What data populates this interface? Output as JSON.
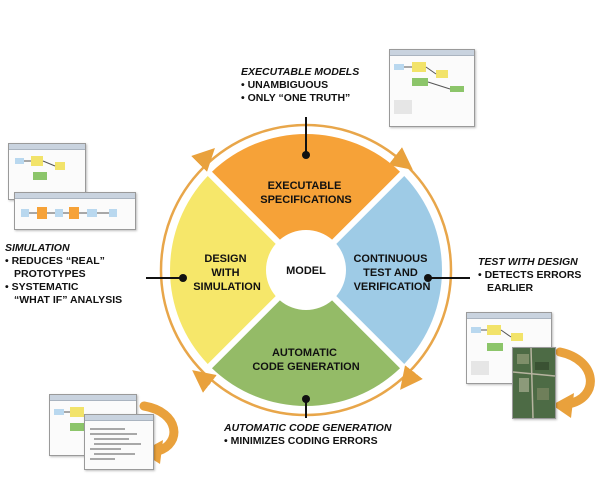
{
  "colors": {
    "ring": "#e8a64a",
    "quad_top": "#f6a238",
    "quad_right": "#9ecbe6",
    "quad_bottom": "#94bb67",
    "quad_left": "#f6e76a",
    "center": "#ffffff",
    "arrow": "#e9a13c"
  },
  "center": {
    "label": "MODEL"
  },
  "quadrants": {
    "top": {
      "lines": [
        "EXECUTABLE",
        "SPECIFICATIONS"
      ]
    },
    "right": {
      "lines": [
        "CONTINUOUS",
        "TEST AND",
        "VERIFICATION"
      ]
    },
    "bottom": {
      "lines": [
        "AUTOMATIC",
        "CODE GENERATION"
      ]
    },
    "left": {
      "lines": [
        "DESIGN",
        "WITH",
        "SIMULATION"
      ]
    }
  },
  "callouts": {
    "top": {
      "heading": "EXECUTABLE MODELS",
      "bullets": [
        "• UNAMBIGUOUS",
        "• ONLY “ONE TRUTH”"
      ]
    },
    "left": {
      "heading": "SIMULATION",
      "bullets": [
        "• REDUCES “REAL”",
        "PROTOTYPES",
        "• SYSTEMATIC",
        "“WHAT IF” ANALYSIS"
      ]
    },
    "right": {
      "heading": "TEST WITH DESIGN",
      "bullets": [
        "• DETECTS ERRORS",
        "EARLIER"
      ]
    },
    "bottom": {
      "heading": "AUTOMATIC CODE GENERATION",
      "bullets": [
        "• MINIMIZES CODING ERRORS"
      ]
    }
  },
  "icons": [
    "simulink-model-screenshot",
    "code-screenshot",
    "satellite-image-screenshot",
    "curved-arrow-icon"
  ]
}
